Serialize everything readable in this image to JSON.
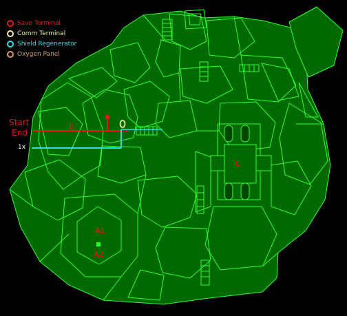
{
  "legend": {
    "items": [
      {
        "label": "Save Terminal",
        "color": "#e8141e",
        "icon": "save-terminal-icon"
      },
      {
        "label": "Comm Terminal",
        "color": "#f0f09a",
        "icon": "comm-terminal-icon"
      },
      {
        "label": "Shield Regenerator",
        "color": "#20e0e8",
        "icon": "shield-regenerator-icon"
      },
      {
        "label": "Oxygen Panel",
        "color": "#d2a070",
        "icon": "oxygen-panel-icon"
      }
    ]
  },
  "markers": {
    "start": "Start",
    "end": "End",
    "regen_tag": "1x",
    "door_b": "B",
    "door_c": "C",
    "door_a1": "A1",
    "door_a2": "A2"
  },
  "colors": {
    "map_fill": "#006a00",
    "map_line": "#2cff2c",
    "background": "#000000",
    "save": "#e8141e",
    "comm": "#f0f09a",
    "shield": "#20e0e8",
    "oxygen": "#d2a070"
  }
}
